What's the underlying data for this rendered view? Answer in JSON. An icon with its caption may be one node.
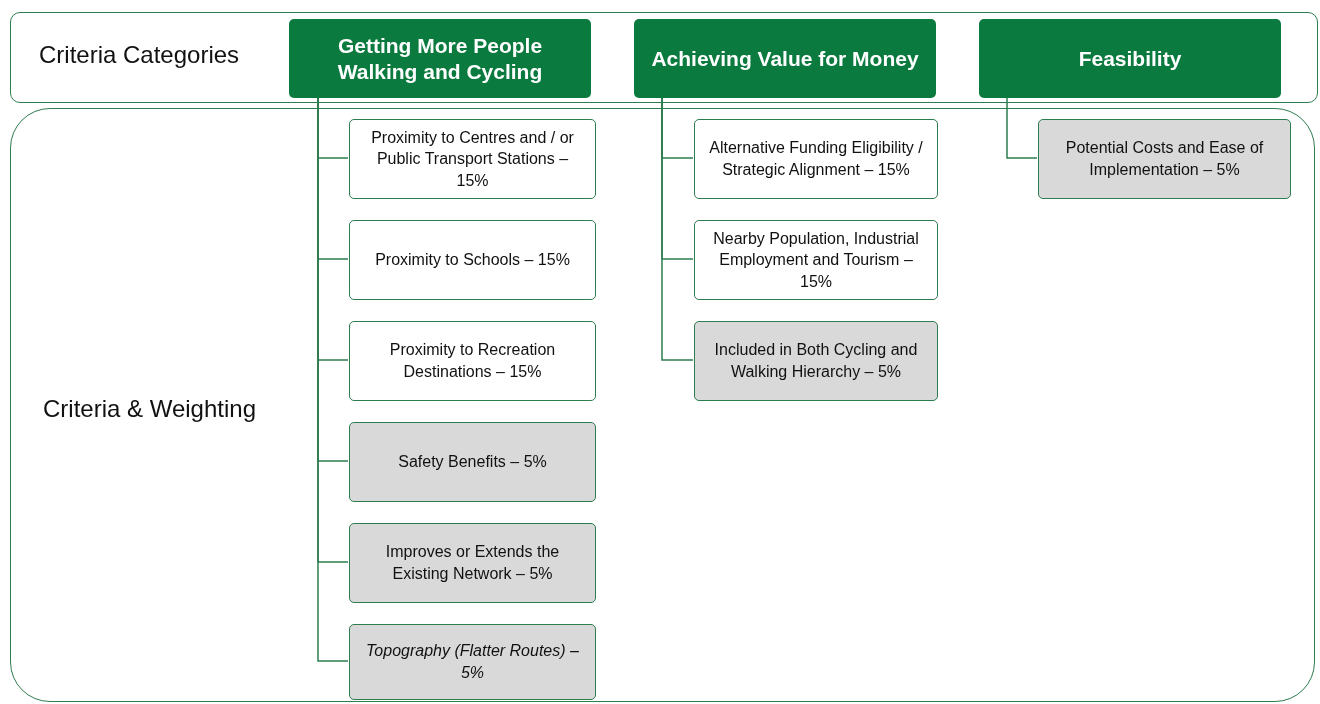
{
  "diagram": {
    "nodes": [
      {
        "text": [
          "Criteria Categories"
        ]
      },
      {
        "text": [
          "Getting More People Walking and Cycling"
        ],
        "in": 0
      },
      {
        "text": [
          "Achieving Value for Money"
        ],
        "in": 0
      },
      {
        "text": [
          "Feasibility"
        ],
        "in": 0
      },
      {
        "text": [
          "Criteria & Weighting"
        ]
      },
      {
        "text": [
          "Proximity to Centres and / or Public Transport Stations – 15%"
        ],
        "in": 4
      },
      {
        "text": [
          "Proximity to Schools – 15%"
        ],
        "in": 4
      },
      {
        "text": [
          "Proximity to Recreation Destinations – 15%"
        ],
        "in": 4
      },
      {
        "text": [
          "Safety Benefits – 5%"
        ],
        "in": 4
      },
      {
        "text": [
          "Improves or Extends the Existing Network – 5%"
        ],
        "in": 4
      },
      {
        "text": [
          "Topography (Flatter Routes) – 5%"
        ],
        "in": 4
      },
      {
        "text": [
          "Alternative Funding Eligibility / Strategic Alignment – 15%"
        ],
        "in": 4
      },
      {
        "text": [
          "Nearby Population, Industrial Employment and Tourism – 15%"
        ],
        "in": 4
      },
      {
        "text": [
          "Included in Both Cycling and Walking Hierarchy – 5%"
        ],
        "in": 4
      },
      {
        "text": [
          "Potential Costs and Ease of Implementation – 5%"
        ],
        "in": 4
      }
    ],
    "edges": [
      {
        "from": 1,
        "to": 5,
        "arrow": "none"
      },
      {
        "from": 1,
        "to": 6,
        "arrow": "none"
      },
      {
        "from": 1,
        "to": 7,
        "arrow": "none"
      },
      {
        "from": 1,
        "to": 8,
        "arrow": "none"
      },
      {
        "from": 1,
        "to": 9,
        "arrow": "none"
      },
      {
        "from": 1,
        "to": 10,
        "arrow": "none"
      },
      {
        "from": 2,
        "to": 11,
        "arrow": "none"
      },
      {
        "from": 2,
        "to": 12,
        "arrow": "none"
      },
      {
        "from": 2,
        "to": 13,
        "arrow": "none"
      },
      {
        "from": 3,
        "to": 14,
        "arrow": "none"
      }
    ]
  }
}
